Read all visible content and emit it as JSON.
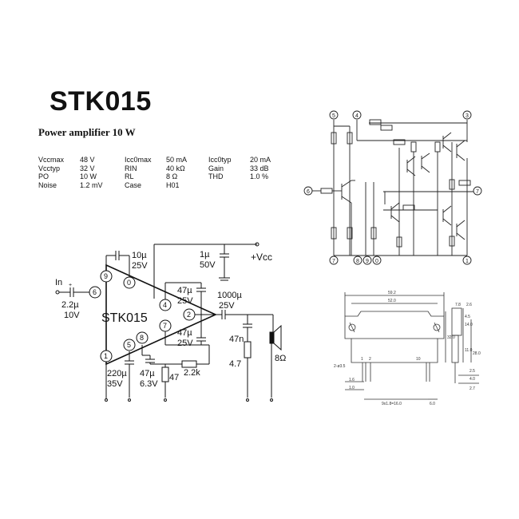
{
  "title": "STK015",
  "subtitle": "Power amplifier 10 W",
  "specs": [
    [
      "Vccmax",
      "48 V",
      "Icc0max",
      "50 mA",
      "Icc0typ",
      "20 mA"
    ],
    [
      "Vcctyp",
      "32 V",
      "RIN",
      "40 kΩ",
      "Gain",
      "33 dB"
    ],
    [
      "PO",
      "10 W",
      "RL",
      "8 Ω",
      "THD",
      "1.0 %"
    ],
    [
      "Noise",
      "1.2 mV",
      "Case",
      "H01",
      "",
      ""
    ]
  ],
  "application": {
    "chip_label": "STK015",
    "input_label": "In",
    "vcc_label": "+Vcc",
    "in_cap": [
      "2.2µ",
      "10V"
    ],
    "fb_cap": [
      "10µ",
      "25V"
    ],
    "sup_cap": [
      "1µ",
      "50V"
    ],
    "boot_cap": [
      "47µ",
      "25V"
    ],
    "out_cap": [
      "1000µ",
      "25V"
    ],
    "comp_cap": [
      "47µ",
      "25V"
    ],
    "pin5_cap": [
      "220µ",
      "35V"
    ],
    "pin8_cap": [
      "47µ",
      "6.3V"
    ],
    "r47": "47",
    "r22k": "2.2k",
    "zobel_c": "47n",
    "zobel_r": "4.7",
    "speaker": "8Ω",
    "pins": [
      "1",
      "2",
      "4",
      "5",
      "6",
      "7",
      "8",
      "9",
      "0"
    ]
  },
  "schematic_pins": [
    "5",
    "4",
    "3",
    "6",
    "7",
    "7",
    "8",
    "9",
    "0",
    "1"
  ],
  "package": {
    "dims": [
      "59.2",
      "52.0",
      "32.0",
      "14.0",
      "28.0",
      "11.0",
      "4.5",
      "7.8",
      "2.6",
      "1.6",
      "1.0",
      "9x1.8=16.0",
      "6.0",
      "4.0",
      "2.5",
      "2.7"
    ],
    "pins": [
      "1",
      "2",
      "10"
    ],
    "hole": "2-ø3.5"
  }
}
